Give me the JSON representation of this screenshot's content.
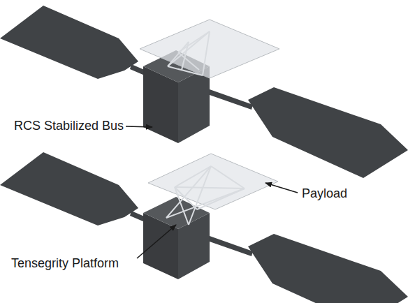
{
  "diagram": {
    "labels": [
      "RCS Stabilized Bus",
      "Payload",
      "Tensegrity Platform"
    ]
  }
}
